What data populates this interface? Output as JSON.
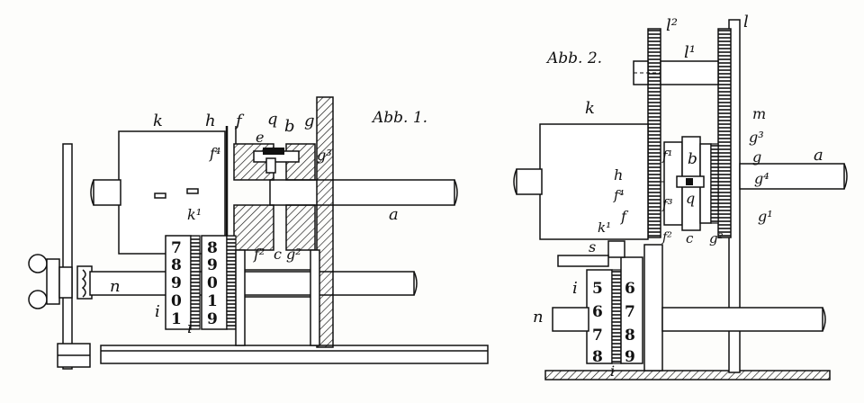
{
  "figures": [
    {
      "title": "Abb. 1.",
      "labels": [
        "k",
        "h",
        "f",
        "q",
        "b",
        "g",
        "e",
        "f⁴",
        "g³",
        "k¹",
        "a",
        "f²",
        "c",
        "g²",
        "n",
        "i",
        "i"
      ],
      "counter_left_digits": [
        "7",
        "8",
        "9",
        "0",
        "1"
      ],
      "counter_right_digits": [
        "8",
        "9",
        "0",
        "1",
        "9"
      ]
    },
    {
      "title": "Abb. 2.",
      "labels": [
        "l²",
        "l",
        "l¹",
        "k",
        "m",
        "g³",
        "b",
        "g",
        "a",
        "h",
        "f¹",
        "g⁴",
        "f⁴",
        "q",
        "f³",
        "g¹",
        "f",
        "k¹",
        "f²",
        "c",
        "g²",
        "s",
        "i",
        "n",
        "i"
      ],
      "counter_left_digits": [
        "5",
        "6",
        "7",
        "8"
      ],
      "counter_right_digits": [
        "6",
        "7",
        "8",
        "9"
      ]
    }
  ]
}
